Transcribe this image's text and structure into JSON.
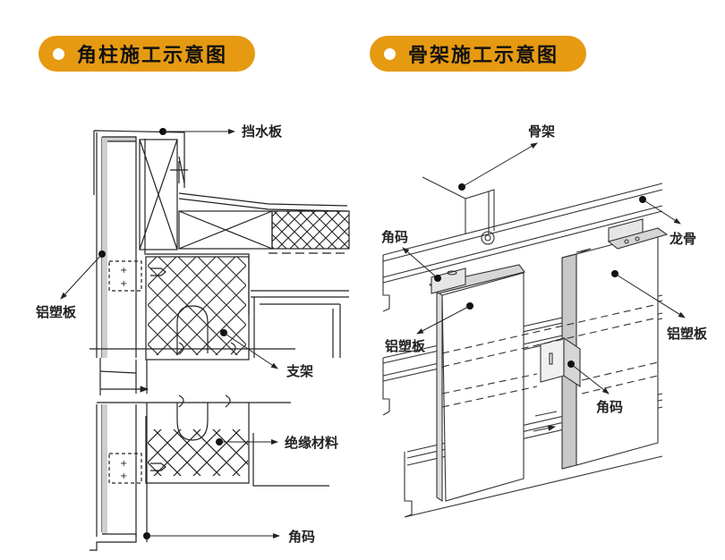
{
  "headers": {
    "left_title": "角柱施工示意图",
    "right_title": "骨架施工示意图"
  },
  "accent_color": "#e69a12",
  "left_diagram": {
    "labels": {
      "water_board": "挡水板",
      "aluminum_plastic_panel": "铝塑板",
      "bracket": "支架",
      "insulation_material": "绝缘材料",
      "corner_code": "角码"
    }
  },
  "right_diagram": {
    "labels": {
      "frame": "骨架",
      "corner_code_top": "角码",
      "keel": "龙骨",
      "aluminum_plastic_panel_left": "铝塑板",
      "aluminum_plastic_panel_right": "铝塑板",
      "corner_code_bottom": "角码"
    }
  }
}
